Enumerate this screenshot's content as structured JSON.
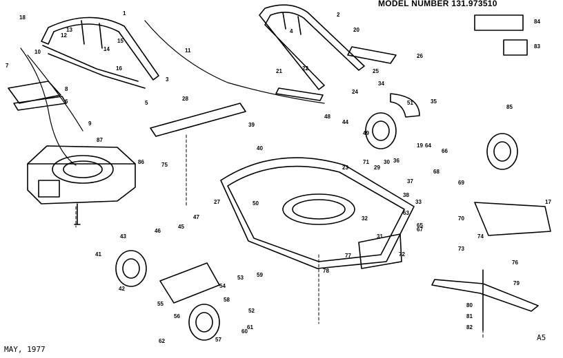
{
  "header": {
    "model_label": "MODEL NUMBER 131.973510"
  },
  "footer": {
    "date": "MAY, 1977",
    "page_code": "A5"
  },
  "callouts": [
    "1",
    "2",
    "3",
    "4",
    "5",
    "6",
    "7",
    "8",
    "9",
    "10",
    "11",
    "12",
    "13",
    "14",
    "15",
    "16",
    "17",
    "18",
    "19",
    "20",
    "21",
    "22",
    "23",
    "24",
    "25",
    "26",
    "27",
    "28",
    "29",
    "30",
    "31",
    "32",
    "33",
    "34",
    "35",
    "36",
    "37",
    "38",
    "39",
    "40",
    "41",
    "42",
    "43",
    "44",
    "45",
    "46",
    "47",
    "48",
    "49",
    "50",
    "51",
    "52",
    "53",
    "54",
    "55",
    "56",
    "57",
    "58",
    "59",
    "60",
    "61",
    "62",
    "63",
    "64",
    "65",
    "66",
    "67",
    "68",
    "69",
    "70",
    "71",
    "72",
    "73",
    "74",
    "75",
    "76",
    "77",
    "78",
    "79",
    "80",
    "81",
    "82",
    "83",
    "84",
    "85",
    "86",
    "87"
  ]
}
